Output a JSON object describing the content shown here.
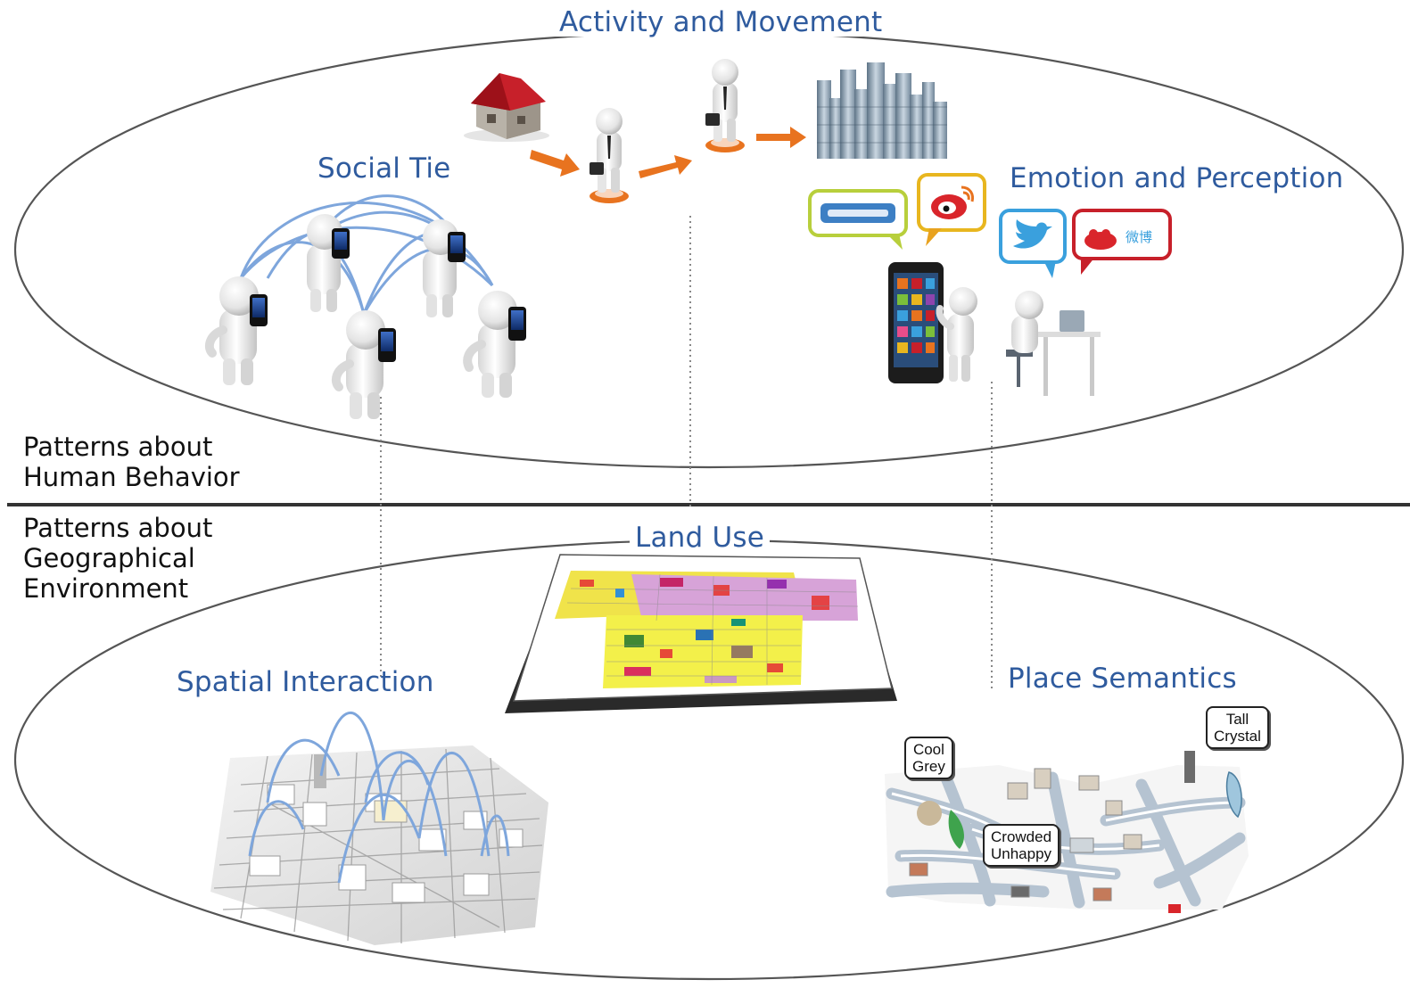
{
  "top_section": {
    "title": "Activity and Movement",
    "social_tie": "Social Tie",
    "emotion": "Emotion and Perception",
    "layer_label_line1": "Patterns about",
    "layer_label_line2": "Human Behavior"
  },
  "bottom_section": {
    "layer_label_line1": "Patterns about",
    "layer_label_line2": "Geographical",
    "layer_label_line3": "Environment",
    "land_use": "Land Use",
    "spatial_interaction": "Spatial Interaction",
    "place_semantics": "Place Semantics"
  },
  "place_tags": {
    "cool_grey": [
      "Cool",
      "Grey"
    ],
    "crowded_unhappy": [
      "Crowded",
      "Unhappy"
    ],
    "tall_crystal": [
      "Tall",
      "Crystal"
    ]
  },
  "social_icons": {
    "weibo_cn": "微博",
    "colors": {
      "weibo_red": "#d9252b",
      "twitter_blue": "#3aa0dd",
      "foursquare_green": "#b8cf3c",
      "accent_orange": "#e8731f"
    }
  },
  "colors": {
    "label_blue": "#2f5b9e",
    "ellipse_stroke": "#555555",
    "link_blue": "#7ea6dc"
  }
}
